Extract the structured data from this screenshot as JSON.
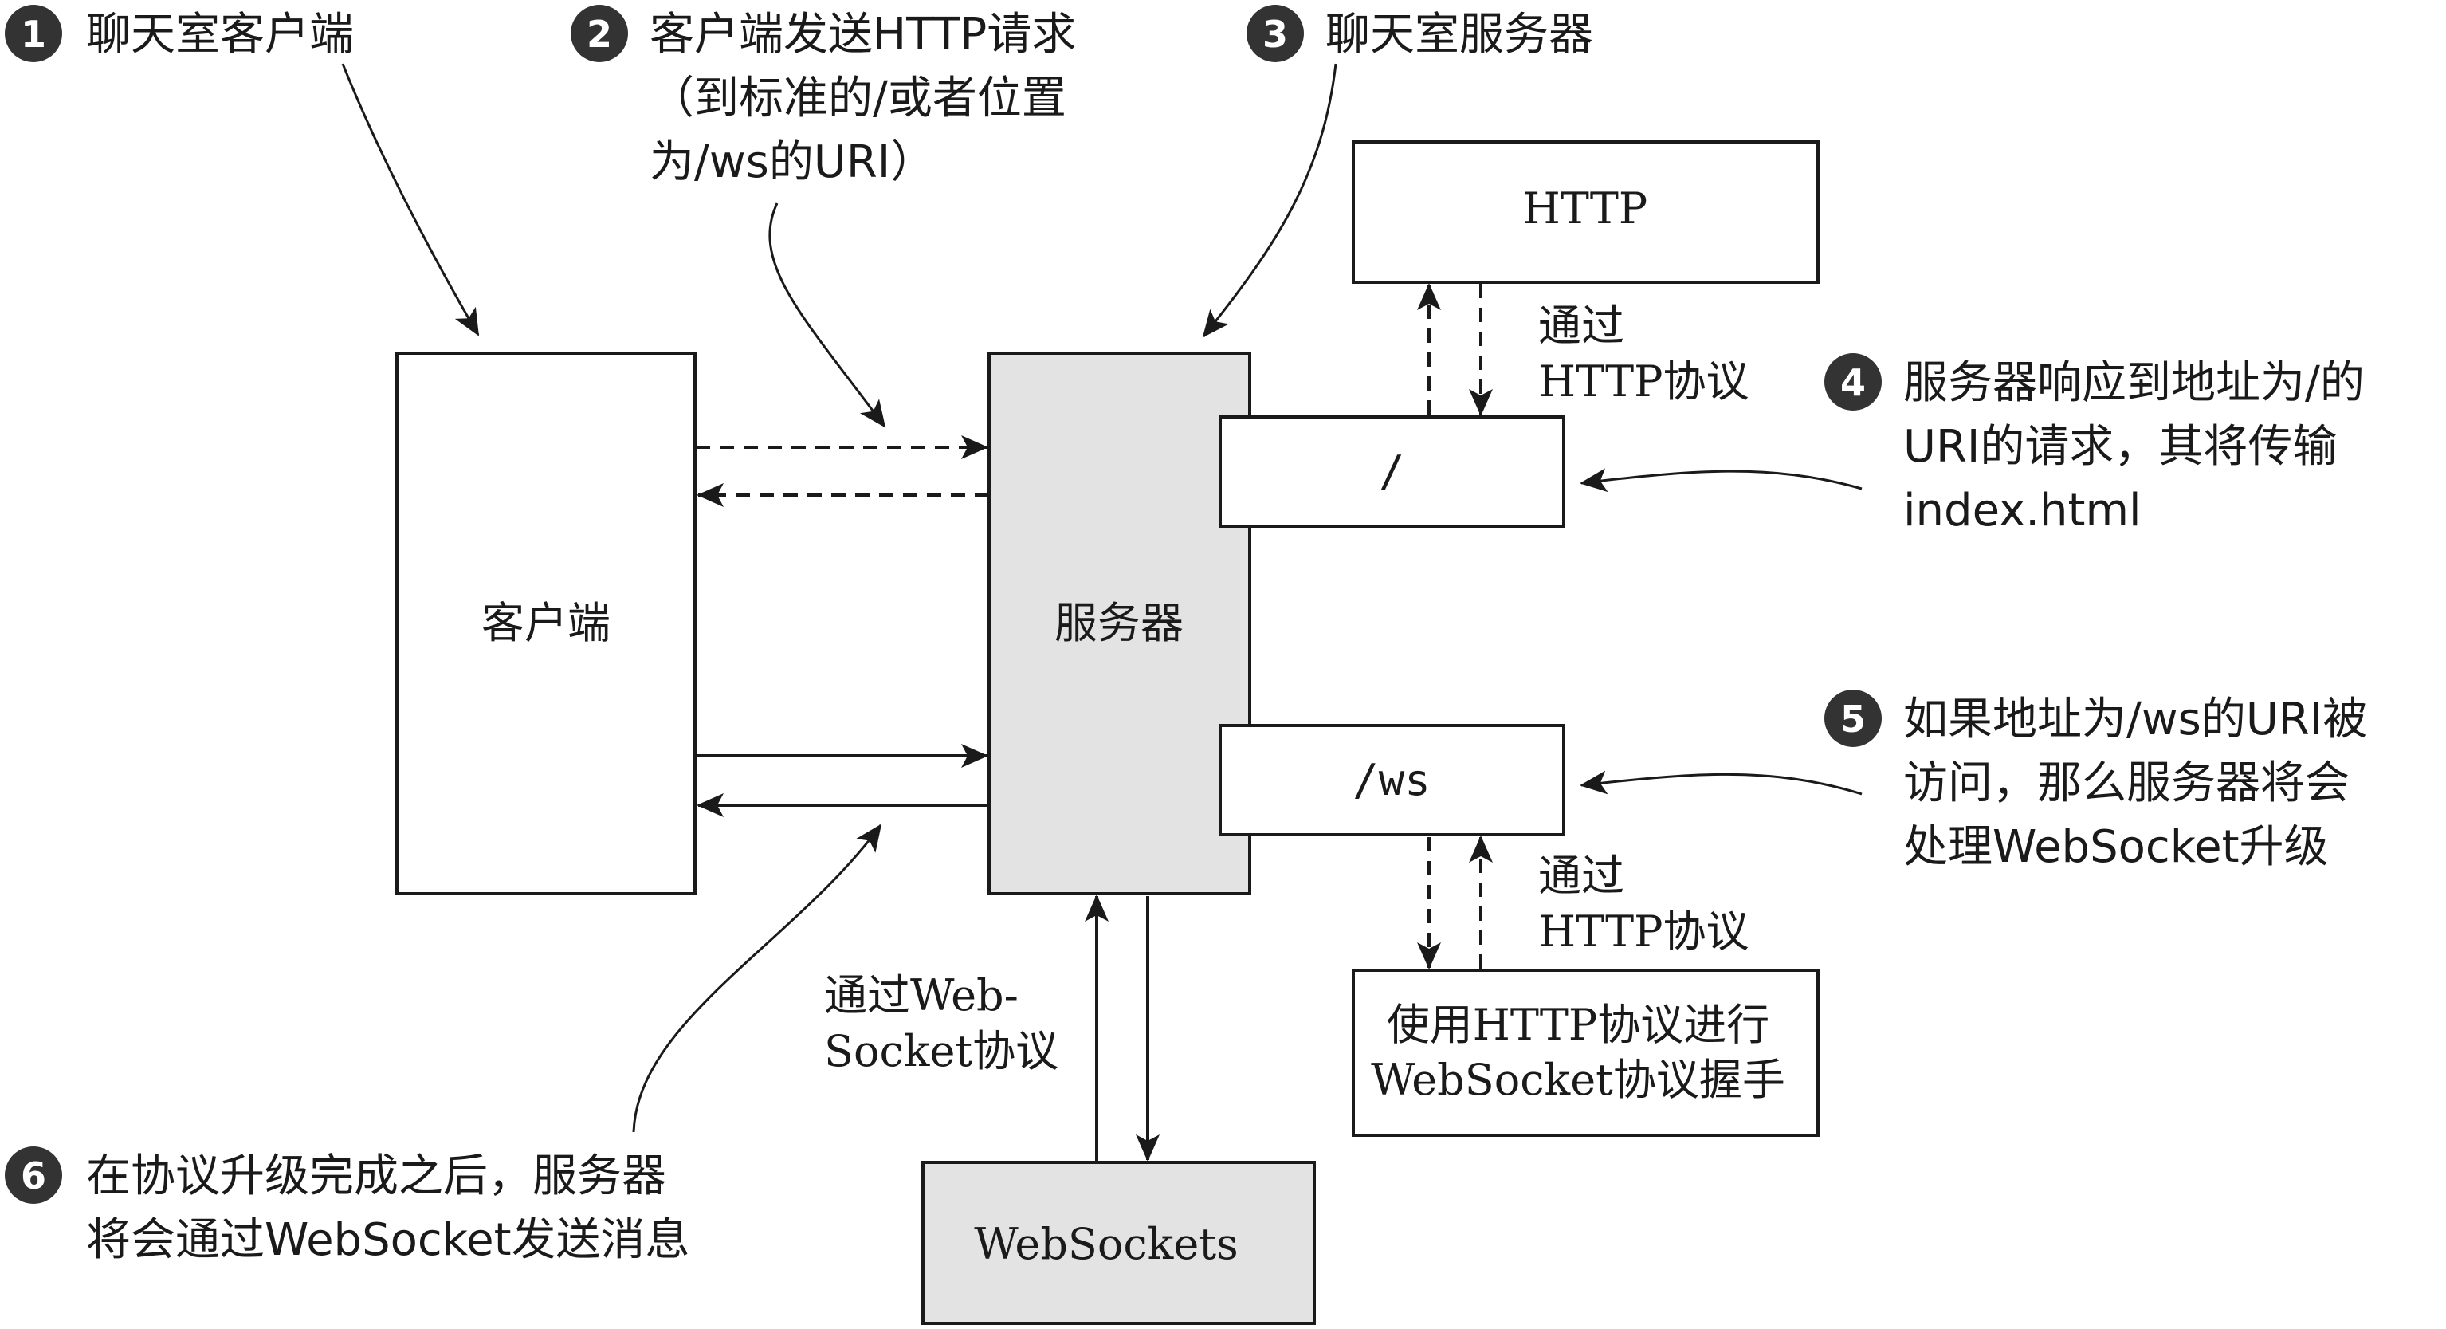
{
  "callouts": [
    {
      "num": "1",
      "lines": [
        "聊天室客户端"
      ]
    },
    {
      "num": "2",
      "lines": [
        "客户端发送HTTP请求",
        "（到标准的/或者位置",
        "为/ws的URI）"
      ]
    },
    {
      "num": "3",
      "lines": [
        "聊天室服务器"
      ]
    },
    {
      "num": "4",
      "lines": [
        "服务器响应到地址为/的",
        "URI的请求，其将传输",
        "index.html"
      ]
    },
    {
      "num": "5",
      "lines": [
        "如果地址为/ws的URI被",
        "访问，那么服务器将会",
        "处理WebSocket升级"
      ]
    },
    {
      "num": "6",
      "lines": [
        "在协议升级完成之后，服务器",
        "将会通过WebSocket发送消息"
      ]
    }
  ],
  "boxes": {
    "client": "客户端",
    "server": "服务器",
    "http": "HTTP",
    "root_path": "/",
    "ws_path": "/ws",
    "handshake": [
      "使用HTTP协议进行",
      "WebSocket协议握手"
    ],
    "websockets": "WebSockets"
  },
  "edge_labels": {
    "via_http_top": [
      "通过",
      "HTTP协议"
    ],
    "via_http_bottom": [
      "通过",
      "HTTP协议"
    ],
    "via_websocket": [
      "通过Web-",
      "Socket协议"
    ]
  }
}
